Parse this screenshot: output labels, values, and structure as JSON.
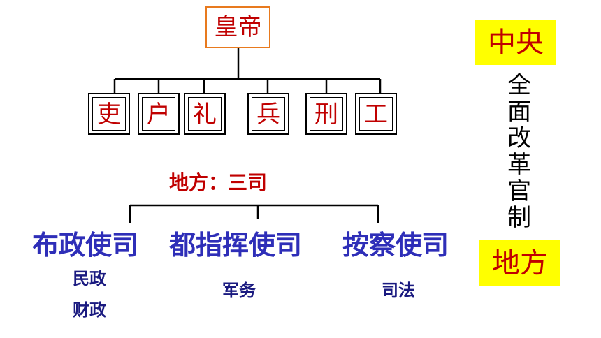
{
  "central": {
    "emperor": "皇帝",
    "ministries": [
      "吏",
      "户",
      "礼",
      "兵",
      "刑",
      "工"
    ]
  },
  "local": {
    "title": "地方：三司",
    "offices": [
      {
        "name": "布政使司",
        "duties": [
          "民政",
          "财政"
        ]
      },
      {
        "name": "都指挥使司",
        "duties": [
          "军务"
        ]
      },
      {
        "name": "按察使司",
        "duties": [
          "司法"
        ]
      }
    ]
  },
  "sidebar": {
    "top_tag": "中央",
    "vertical_text": "全面改革官制",
    "bottom_tag": "地方"
  },
  "colors": {
    "accent_red": "#c00000",
    "office_blue": "#2e2eb8",
    "tag_yellow": "#ffff00",
    "emperor_border": "#e87a1e"
  }
}
